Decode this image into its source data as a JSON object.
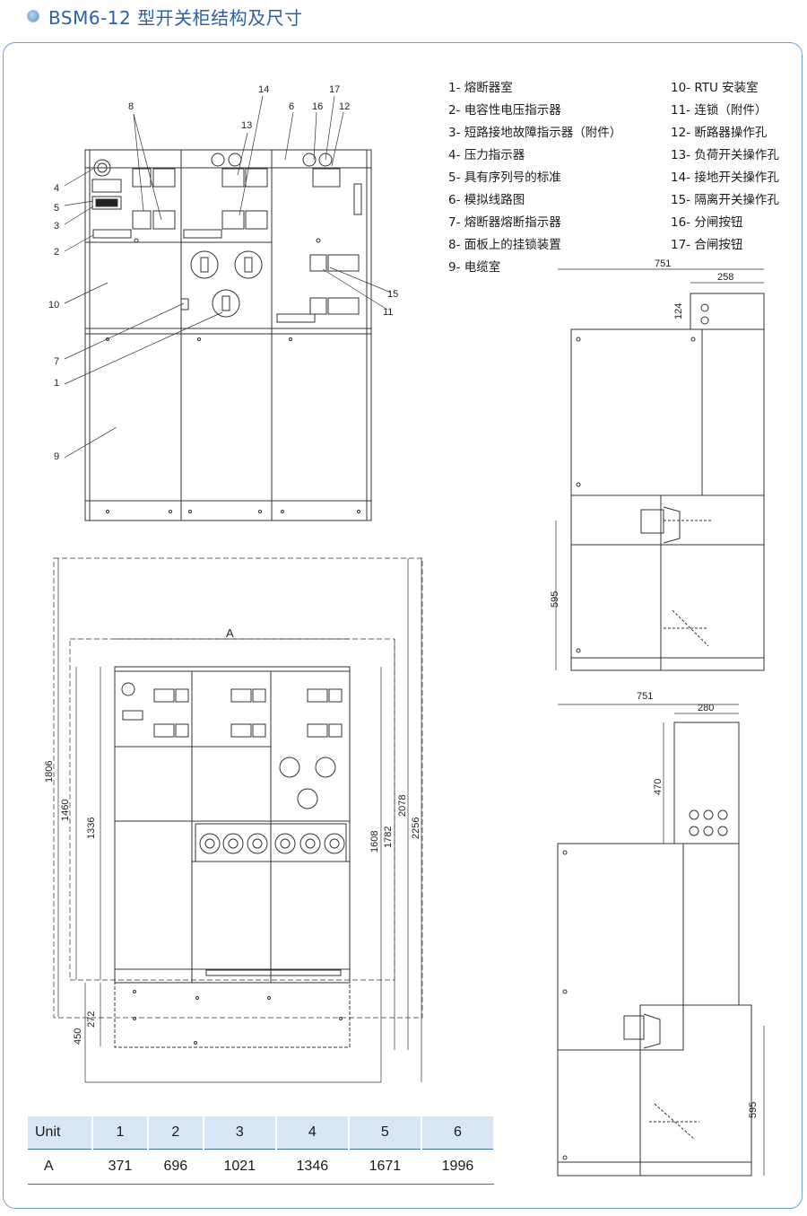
{
  "header": {
    "title": "BSM6-12 型开关柜结构及尺寸"
  },
  "legend_left": [
    "1- 熔断器室",
    "2- 电容性电压指示器",
    "3- 短路接地故障指示器（附件）",
    "4- 压力指示器",
    "5- 具有序列号的标准",
    "6- 模拟线路图",
    "7- 熔断器熔断指示器",
    "8- 面板上的挂锁装置",
    "9- 电缆室"
  ],
  "legend_right": [
    "10- RTU 安装室",
    "11- 连锁（附件）",
    "12- 断路器操作孔",
    "13- 负荷开关操作孔",
    "14- 接地开关操作孔",
    "15- 隔离开关操作孔",
    "16- 分闸按钮",
    "17- 合闸按钮"
  ],
  "callouts": {
    "n1": "1",
    "n2": "2",
    "n3": "3",
    "n4": "4",
    "n5": "5",
    "n6": "6",
    "n7": "7",
    "n8": "8",
    "n9": "9",
    "n10": "10",
    "n11": "11",
    "n12": "12",
    "n13": "13",
    "n14": "14",
    "n15": "15",
    "n16": "16",
    "n17": "17"
  },
  "dims_front": {
    "a": "A",
    "d1806": "1806",
    "d1460": "1460",
    "d1336": "1336",
    "d272": "272",
    "d450": "450",
    "d1608": "1608",
    "d1782": "1782",
    "d2078": "2078",
    "d2256": "2256"
  },
  "dims_side_top": {
    "w751": "751",
    "w258": "258",
    "h124": "124",
    "h595": "595"
  },
  "dims_side_bottom": {
    "w751": "751",
    "w280": "280",
    "h470": "470",
    "h595": "595"
  },
  "unit_table": {
    "header": [
      "Unit",
      "1",
      "2",
      "3",
      "4",
      "5",
      "6"
    ],
    "row": [
      "A",
      "371",
      "696",
      "1021",
      "1346",
      "1671",
      "1996"
    ]
  }
}
